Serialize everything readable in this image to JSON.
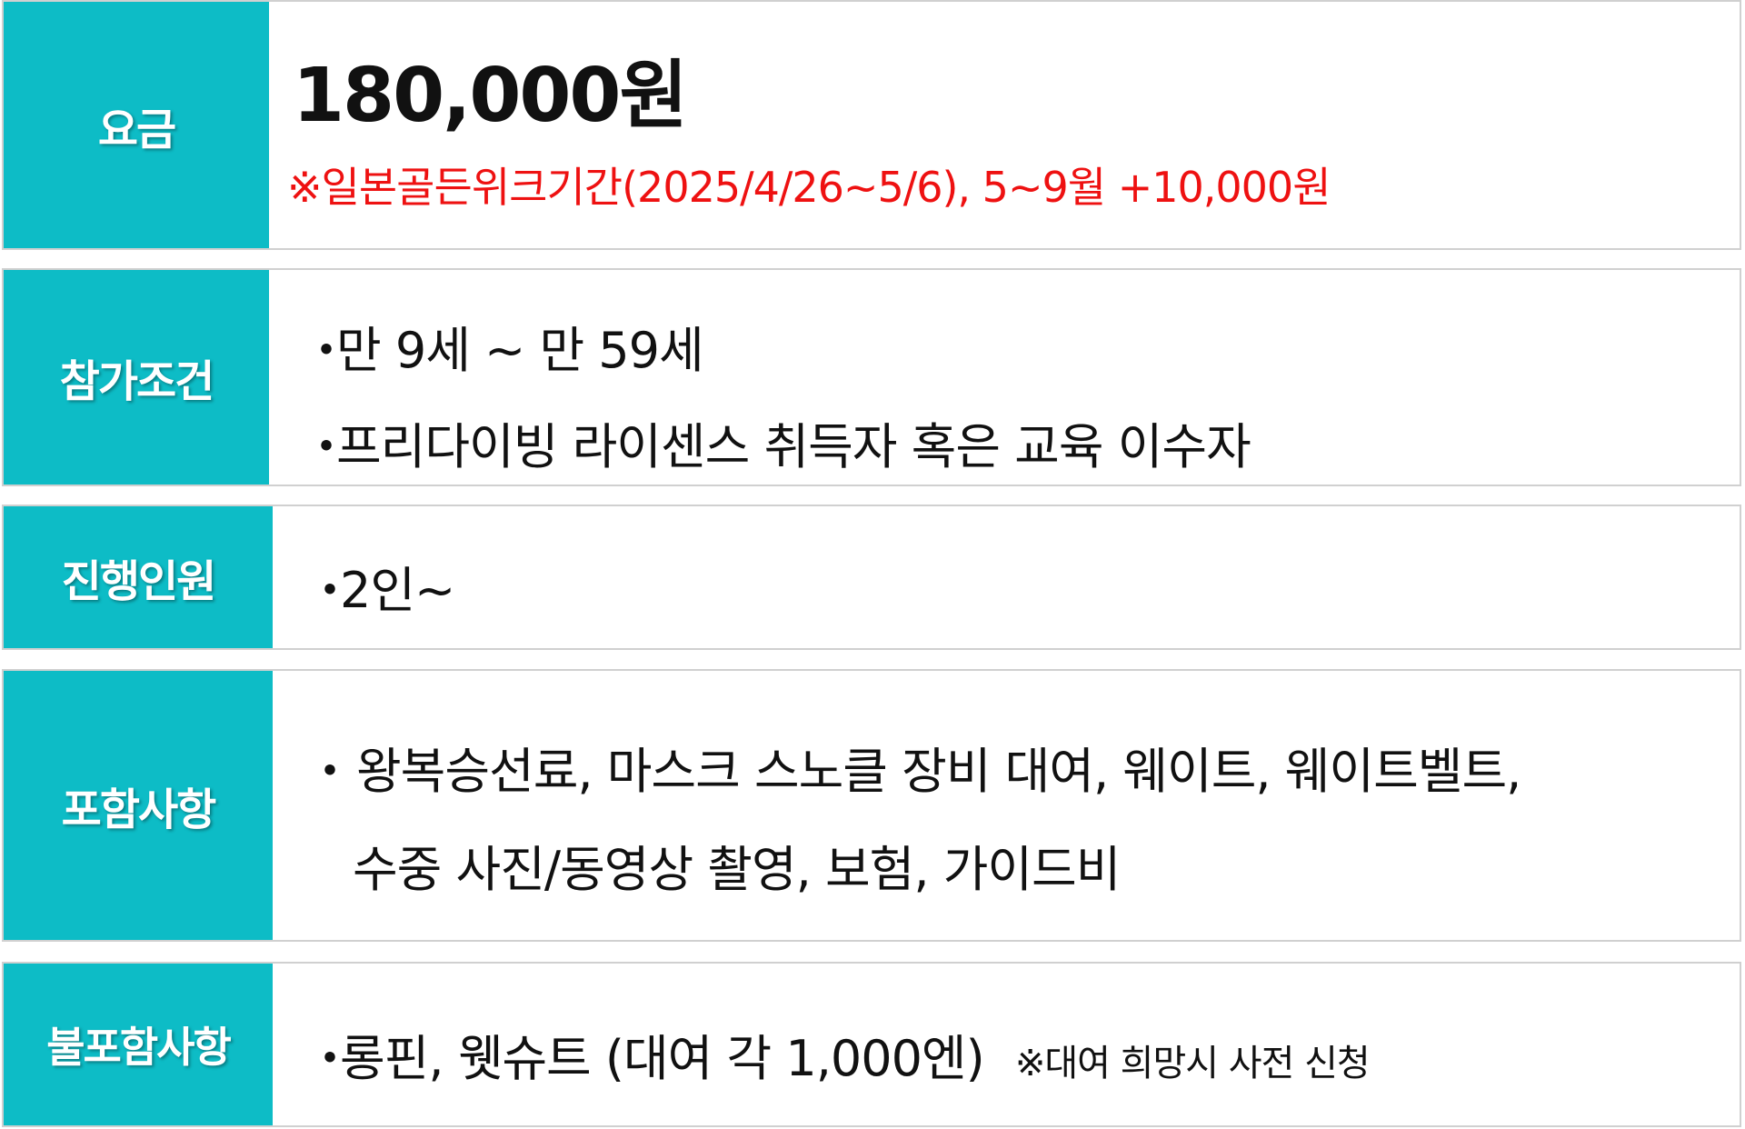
{
  "rows": [
    {
      "label": "요금",
      "price": "180,000원",
      "note": "※일본골든위크기간(2025/4/26~5/6), 5~9월 +10,000원"
    },
    {
      "label": "참가조건",
      "items": [
        "만 9세 ~ 만 59세",
        "프리다이빙 라이센스 취득자 혹은 교육 이수자"
      ]
    },
    {
      "label": "진행인원",
      "items": [
        "2인~"
      ]
    },
    {
      "label": "포함사항",
      "line1": "왕복승선료, 마스크 스노클 장비 대여, 웨이트, 웨이트벨트,",
      "line2": "수중 사진/동영상 촬영, 보험, 가이드비"
    },
    {
      "label": "불포함사항",
      "item": "롱핀, 웻슈트 (대여 각 1,000엔)",
      "note": "※대여 희망시 사전 신청"
    }
  ],
  "bullet": "・",
  "colors": {
    "label_bg": "#0dbcc6",
    "note_red": "#ee1111",
    "border": "#d0d0d0"
  }
}
